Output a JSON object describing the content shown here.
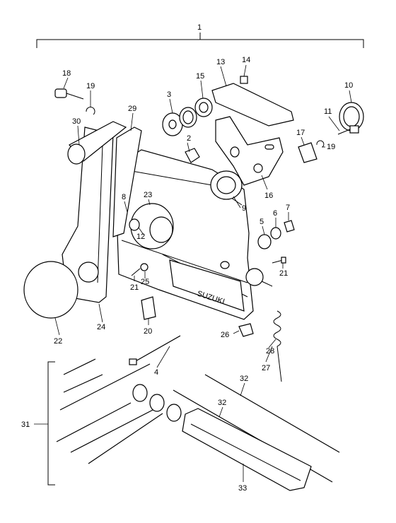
{
  "diagram": {
    "assembly_label": "1",
    "callouts": [
      {
        "id": "c2",
        "label": "2"
      },
      {
        "id": "c3",
        "label": "3"
      },
      {
        "id": "c4",
        "label": "4"
      },
      {
        "id": "c5",
        "label": "5"
      },
      {
        "id": "c6",
        "label": "6"
      },
      {
        "id": "c7",
        "label": "7"
      },
      {
        "id": "c8",
        "label": "8"
      },
      {
        "id": "c9",
        "label": "9"
      },
      {
        "id": "c10",
        "label": "10"
      },
      {
        "id": "c11",
        "label": "11"
      },
      {
        "id": "c12",
        "label": "12"
      },
      {
        "id": "c13",
        "label": "13"
      },
      {
        "id": "c14",
        "label": "14"
      },
      {
        "id": "c15",
        "label": "15"
      },
      {
        "id": "c16",
        "label": "16"
      },
      {
        "id": "c17",
        "label": "17"
      },
      {
        "id": "c18",
        "label": "18"
      },
      {
        "id": "c19a",
        "label": "19"
      },
      {
        "id": "c19b",
        "label": "19"
      },
      {
        "id": "c20",
        "label": "20"
      },
      {
        "id": "c21a",
        "label": "21"
      },
      {
        "id": "c21b",
        "label": "21"
      },
      {
        "id": "c22",
        "label": "22"
      },
      {
        "id": "c23",
        "label": "23"
      },
      {
        "id": "c24",
        "label": "24"
      },
      {
        "id": "c25",
        "label": "25"
      },
      {
        "id": "c26",
        "label": "26"
      },
      {
        "id": "c27",
        "label": "27"
      },
      {
        "id": "c28",
        "label": "28"
      },
      {
        "id": "c29",
        "label": "29"
      },
      {
        "id": "c30",
        "label": "30"
      },
      {
        "id": "c31",
        "label": "31"
      },
      {
        "id": "c32a",
        "label": "32"
      },
      {
        "id": "c32b",
        "label": "32"
      },
      {
        "id": "c33",
        "label": "33"
      }
    ],
    "brand_text": "SUZUKI"
  }
}
